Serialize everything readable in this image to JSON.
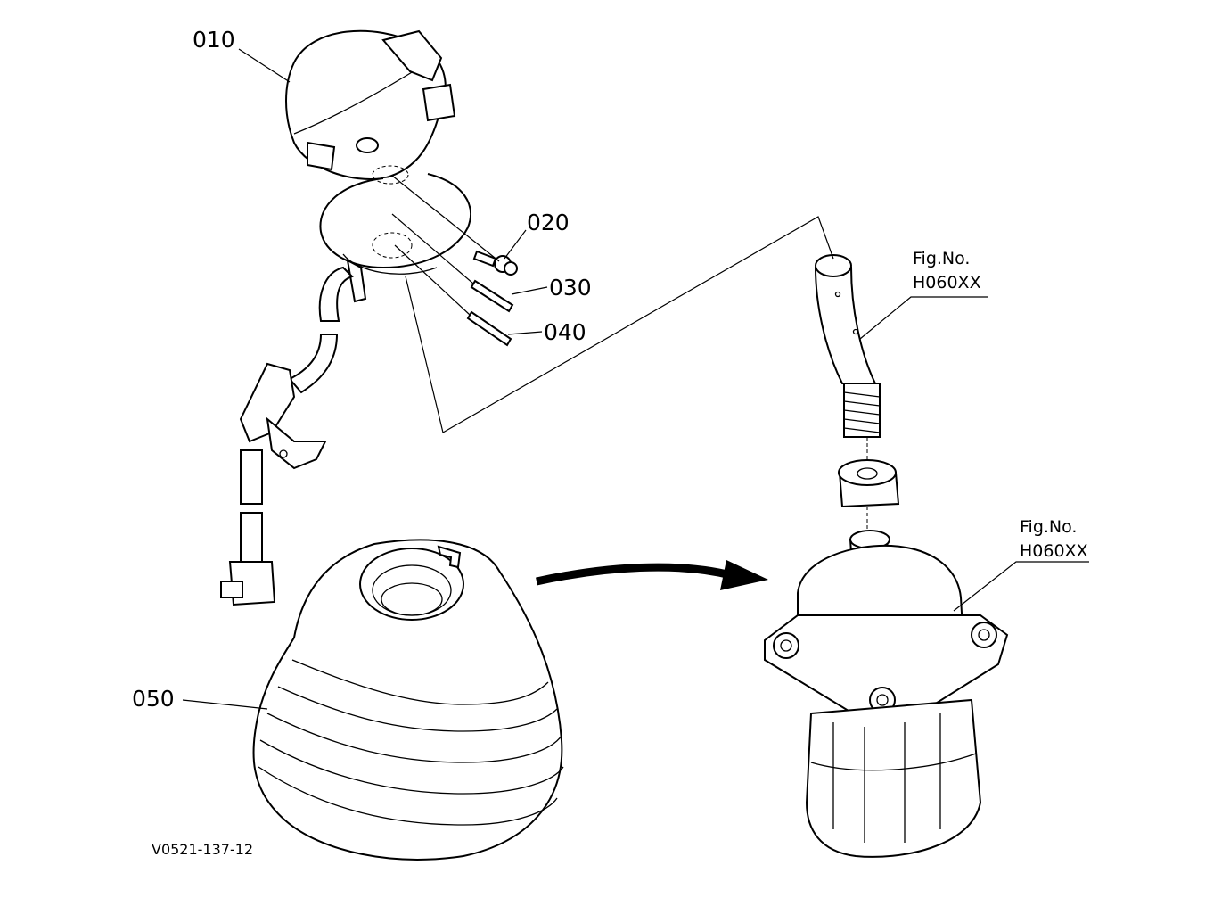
{
  "callouts": {
    "p010": "010",
    "p020": "020",
    "p030": "030",
    "p040": "040",
    "p050": "050"
  },
  "references": {
    "ref1": {
      "line1": "Fig.No.",
      "line2": "H060XX"
    },
    "ref2": {
      "line1": "Fig.No.",
      "line2": "H060XX"
    }
  },
  "drawing_code": "V0521-137-12"
}
